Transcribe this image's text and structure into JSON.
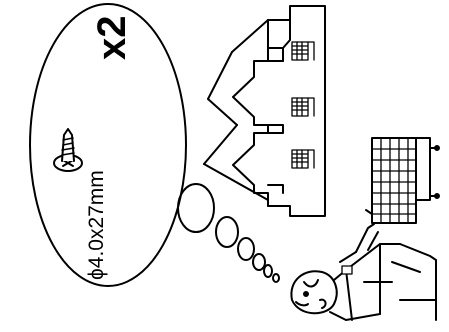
{
  "instruction_step": {
    "quantity_label": "x2",
    "screw_size_label": "ϕ4.0x27mm"
  },
  "icons": {
    "screw": "screw-icon",
    "cabinet": "wall-cabinet-icon",
    "basket": "wire-basket-icon",
    "person": "thinking-person-icon",
    "thought_bubble": "thought-bubble"
  }
}
